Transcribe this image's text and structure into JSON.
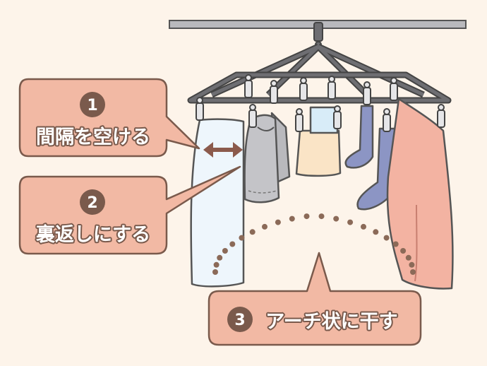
{
  "callouts": [
    {
      "number": "1",
      "label": "間隔を空ける"
    },
    {
      "number": "2",
      "label": "裏返しにする"
    },
    {
      "number": "3",
      "label": "アーチ状に干す"
    }
  ],
  "colors": {
    "background": "#fdf4ea",
    "callout_fill": "#f2b9a4",
    "callout_stroke": "#7a5a4c",
    "badge": "#7a5a4c",
    "hanger": "#6e6e72",
    "rail": "#b9b9bd",
    "dots": "#8b6a58",
    "arrow": "#8b5a4c"
  },
  "icons": [
    "clothespin-icon",
    "double-arrow-icon",
    "hanger-hook-icon"
  ]
}
